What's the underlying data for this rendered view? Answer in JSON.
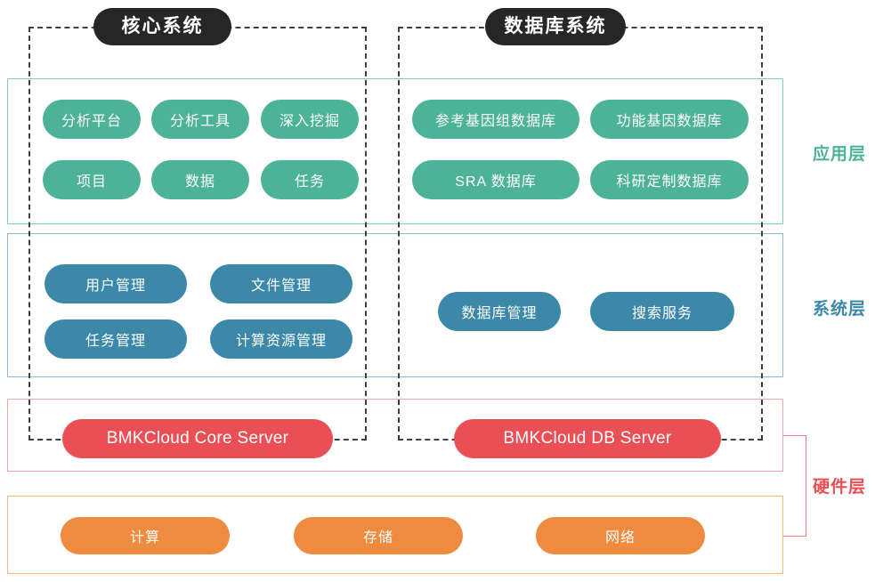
{
  "diagram": {
    "title_pills": [
      {
        "id": "core",
        "label": "核心系统"
      },
      {
        "id": "db",
        "label": "数据库系统"
      }
    ],
    "layers": [
      {
        "id": "app",
        "label": "应用层",
        "color": "#4cb396"
      },
      {
        "id": "sys",
        "label": "系统层",
        "color": "#3b88a8"
      },
      {
        "id": "hw",
        "label": "硬件层",
        "color": "#ea4f55"
      }
    ],
    "application_layer": {
      "core_modules": [
        {
          "label": "分析平台"
        },
        {
          "label": "分析工具"
        },
        {
          "label": "深入挖掘"
        },
        {
          "label": "项目"
        },
        {
          "label": "数据"
        },
        {
          "label": "任务"
        }
      ],
      "database_modules": [
        {
          "label": "参考基因组数据库"
        },
        {
          "label": "功能基因数据库"
        },
        {
          "label": "SRA 数据库"
        },
        {
          "label": "科研定制数据库"
        }
      ]
    },
    "system_layer": {
      "core_modules": [
        {
          "label": "用户管理"
        },
        {
          "label": "文件管理"
        },
        {
          "label": "任务管理"
        },
        {
          "label": "计算资源管理"
        }
      ],
      "database_modules": [
        {
          "label": "数据库管理"
        },
        {
          "label": "搜索服务"
        }
      ]
    },
    "hardware_layer": {
      "servers": [
        {
          "label": "BMKCloud Core Server"
        },
        {
          "label": "BMKCloud DB Server"
        }
      ],
      "infrastructure": [
        {
          "label": "计算"
        },
        {
          "label": "存储"
        },
        {
          "label": "网络"
        }
      ]
    },
    "colors": {
      "pill_green": "#4cb396",
      "pill_blue": "#3b88a8",
      "pill_red": "#ea4f55",
      "pill_orange": "#ee8b3e",
      "title_pill": "#262626",
      "app_frame": "#7ecfbb",
      "sys_frame": "#8cbbd4",
      "hw_server_frame": "#f0a6a6",
      "hw_infra_frame": "#f3b87e",
      "dashed_group": "#3f3f3f"
    }
  }
}
